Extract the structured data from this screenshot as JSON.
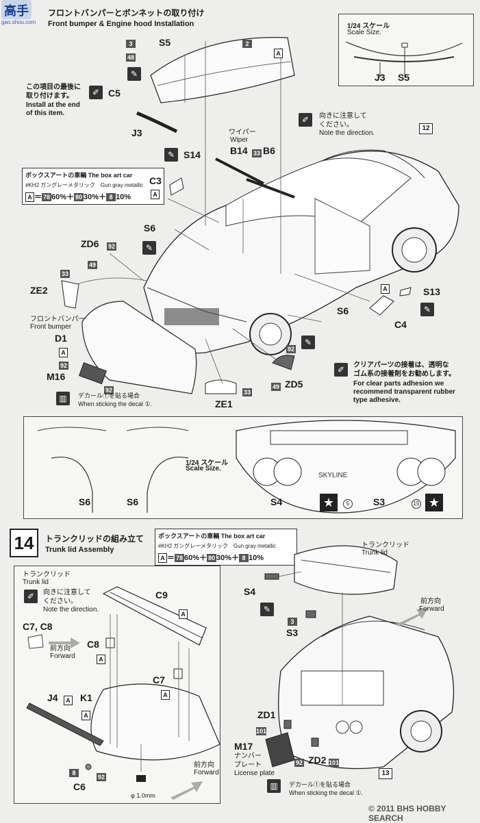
{
  "header": {
    "logo": "高手",
    "logo_sub": "gao.shou.com",
    "title_jp": "フロントバンパーとボンネットの取り付け",
    "title_en": "Front bumper & Engine hood Installation"
  },
  "scale_box_top": {
    "title": "1/24 スケール",
    "sub": "Scale Size.",
    "labels": [
      "J3",
      "S5"
    ]
  },
  "notes": {
    "install_end_jp": "この項目の最後に\n取り付けます。",
    "install_end_en": "Install at the end\nof this item.",
    "direction_jp": "向きに注意して\nください。",
    "direction_en": "Note the direction.",
    "wiper_jp": "ワイパー",
    "wiper_en": "Wiper",
    "front_bumper_jp": "フロントバンパー",
    "front_bumper_en": "Front bumper",
    "decal_jp": "デカール①を貼る場合",
    "decal_en": "When sticking the decal ①.",
    "clear_jp": "クリアパーツの接着は、透明な\nゴム系の接着剤をお勧めします。",
    "clear_en": "For clear parts adhesion we\nrecommend transparent rubber\ntype adhesive."
  },
  "paint": {
    "title": "ボックスアートの車輌 The box art car",
    "color": "#KH2 ガングレーメタリック　Gun gray metallic",
    "mix_a": "A",
    "mix_a_n": "78",
    "mix_a_p": "60%＋",
    "mix_b_n": "80",
    "mix_b_p": "30%＋",
    "mix_c_n": "8",
    "mix_c_p": "10%"
  },
  "parts_top": {
    "S5": "S5",
    "C5": "C5",
    "J3": "J3",
    "S14": "S14",
    "C3": "C3",
    "B14": "B14",
    "B6": "B6",
    "S6a": "S6",
    "ZD6": "ZD6",
    "ZE2": "ZE2",
    "D1": "D1",
    "M16": "M16",
    "ZE1": "ZE1",
    "ZD5": "ZD5",
    "S6b": "S6",
    "S13": "S13",
    "C4": "C4",
    "n3": "3",
    "n48": "48",
    "n2": "2",
    "n33a": "33",
    "n92a": "92",
    "n49a": "49",
    "n33b": "33",
    "n92b": "92",
    "n92c": "92",
    "n33c": "33",
    "n92d": "92",
    "n49b": "49",
    "ref12": "12",
    "A": "A"
  },
  "mid_panel": {
    "scale_title": "1/24 スケール",
    "scale_sub": "Scale Size.",
    "labels": [
      "S6",
      "S6",
      "S4",
      "S3"
    ],
    "circ5": "5",
    "circ15": "15"
  },
  "step14": {
    "no": "14",
    "title_jp": "トランクリッドの組み立て",
    "title_en": "Trunk lid Assembly",
    "trunk_jp": "トランクリッド",
    "trunk_en": "Trunk lid",
    "dir_jp": "向きに注意して\nください。",
    "dir_en": "Note the direction.",
    "c7c8": "C7, C8",
    "fwd_jp": "前方向",
    "fwd_en": "Forward",
    "parts": [
      "C9",
      "C8",
      "C7",
      "J4",
      "K1",
      "C6",
      "S4",
      "S3",
      "ZD1",
      "M17",
      "ZD2"
    ],
    "n8": "8",
    "n92": "92",
    "n3": "3",
    "n101a": "101",
    "n101b": "101",
    "n92b": "92",
    "phi": "φ 1.0mm",
    "plate_jp": "ナンバー\nプレート",
    "plate_en": "License plate",
    "ref13": "13"
  },
  "footer": {
    "credit": "© 2011 BHS HOBBY SEARCH"
  }
}
